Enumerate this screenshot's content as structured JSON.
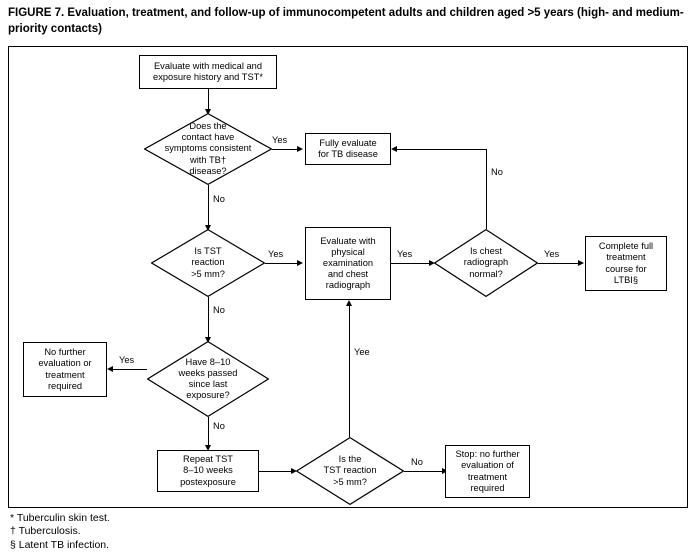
{
  "figure": {
    "title": "FIGURE 7. Evaluation, treatment, and follow-up of immunocompetent adults and children aged >5 years (high- and medium-priority contacts)"
  },
  "footnotes": [
    "* Tuberculin skin test.",
    "† Tuberculosis.",
    "§ Latent TB infection."
  ],
  "chart_data": {
    "type": "flowchart",
    "nodes": [
      {
        "id": "n1",
        "shape": "box",
        "text": "Evaluate with medical and exposure history and TST*"
      },
      {
        "id": "n2",
        "shape": "diamond",
        "text": "Does the contact have symptoms consistent with TB† disease?"
      },
      {
        "id": "n3",
        "shape": "box",
        "text": "Fully evaluate for TB disease"
      },
      {
        "id": "n4",
        "shape": "diamond",
        "text": "Is TST reaction >5 mm?"
      },
      {
        "id": "n5",
        "shape": "box",
        "text": "Evaluate with physical examination and chest radiograph"
      },
      {
        "id": "n6",
        "shape": "diamond",
        "text": "Is chest radiograph normal?"
      },
      {
        "id": "n7",
        "shape": "box",
        "text": "Complete full treatment course for LTBI§"
      },
      {
        "id": "n8",
        "shape": "diamond",
        "text": "Have 8–10 weeks passed since last exposure?"
      },
      {
        "id": "n9",
        "shape": "box",
        "text": "No further evaluation or treatment required"
      },
      {
        "id": "n10",
        "shape": "box",
        "text": "Repeat TST 8–10 weeks postexposure"
      },
      {
        "id": "n11",
        "shape": "diamond",
        "text": "Is the TST reaction >5 mm?"
      },
      {
        "id": "n12",
        "shape": "box",
        "text": "Stop: no further evaluation of treatment required"
      }
    ],
    "edge_labels": [
      {
        "id": "e1",
        "text": "Yes",
        "from": "n2",
        "to": "n3"
      },
      {
        "id": "e2",
        "text": "No",
        "from": "n2",
        "to": "n4"
      },
      {
        "id": "e3",
        "text": "Yes",
        "from": "n4",
        "to": "n5"
      },
      {
        "id": "e4",
        "text": "No",
        "from": "n4",
        "to": "n8"
      },
      {
        "id": "e5",
        "text": "Yes",
        "from": "n5",
        "to": "n6"
      },
      {
        "id": "e6",
        "text": "Yes",
        "from": "n6",
        "to": "n7"
      },
      {
        "id": "e7",
        "text": "No",
        "from": "n6",
        "to": "n3"
      },
      {
        "id": "e8",
        "text": "Yes",
        "from": "n8",
        "to": "n9"
      },
      {
        "id": "e9",
        "text": "No",
        "from": "n8",
        "to": "n10"
      },
      {
        "id": "e10",
        "text": "Yee",
        "from": "n11",
        "to": "n5"
      },
      {
        "id": "e11",
        "text": "No",
        "from": "n11",
        "to": "n12"
      }
    ]
  },
  "nodes": {
    "n1": {
      "l1": "Evaluate with medical and",
      "l2": "exposure history and TST*"
    },
    "n2": {
      "l1": "Does the",
      "l2": "contact have",
      "l3": "symptoms consistent",
      "l4": "with TB†",
      "l5": "disease?"
    },
    "n3": {
      "l1": "Fully evaluate",
      "l2": "for TB disease"
    },
    "n4": {
      "l1": "Is TST",
      "l2": "reaction",
      "l3": ">5 mm?"
    },
    "n5": {
      "l1": "Evaluate with",
      "l2": "physical",
      "l3": "examination",
      "l4": "and chest",
      "l5": "radiograph"
    },
    "n6": {
      "l1": "Is chest",
      "l2": "radiograph",
      "l3": "normal?"
    },
    "n7": {
      "l1": "Complete full",
      "l2": "treatment",
      "l3": "course for",
      "l4": "LTBI§"
    },
    "n8": {
      "l1": "Have 8–10",
      "l2": "weeks passed",
      "l3": "since last",
      "l4": "exposure?"
    },
    "n9": {
      "l1": "No further",
      "l2": "evaluation or",
      "l3": "treatment",
      "l4": "required"
    },
    "n10": {
      "l1": "Repeat TST",
      "l2": "8–10 weeks",
      "l3": "postexposure"
    },
    "n11": {
      "l1": "Is the",
      "l2": "TST reaction",
      "l3": ">5 mm?"
    },
    "n12": {
      "l1": "Stop: no further",
      "l2": "evaluation of",
      "l3": "treatment",
      "l4": "required"
    }
  },
  "labels": {
    "yes1": "Yes",
    "no1": "No",
    "yes2": "Yes",
    "no2": "No",
    "yes3": "Yes",
    "yes4": "Yes",
    "no3": "No",
    "yes5": "Yes",
    "no4": "No",
    "yee": "Yee",
    "no5": "No"
  }
}
